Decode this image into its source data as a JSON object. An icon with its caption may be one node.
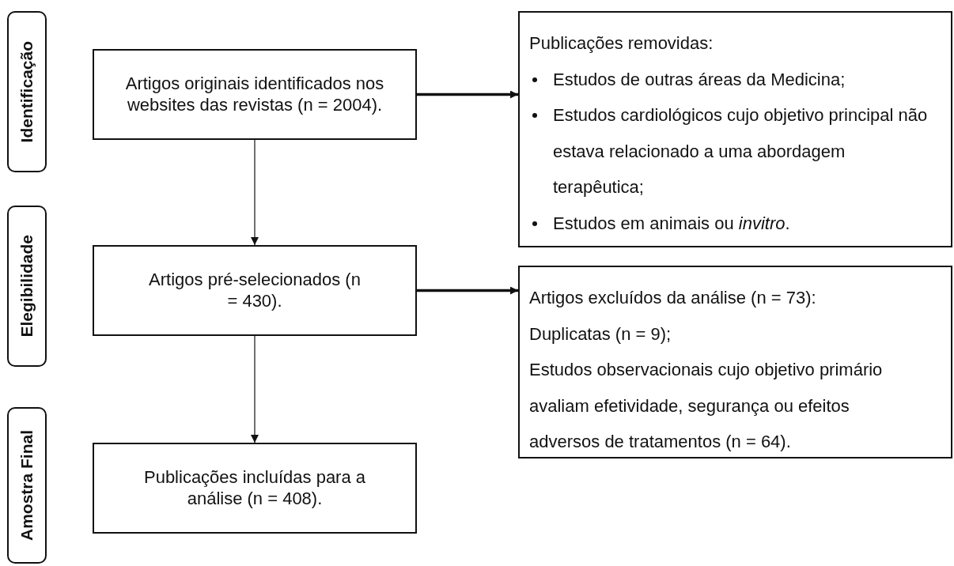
{
  "diagram": {
    "nodes": [
      {
        "text": [
          "Identificação"
        ]
      },
      {
        "text": [
          "Elegibilidade"
        ]
      },
      {
        "text": [
          "Amostra Final"
        ]
      },
      {
        "text": [
          "Artigos originais identificados nos websites das revistas (n = 2004)."
        ]
      },
      {
        "text": [
          "Publicações removidas:",
          "Estudos de outras áreas da Medicina;",
          "Estudos cardiológicos cujo objetivo principal não estava relacionado a uma abordagem terapêutica;",
          "Estudos em animais ou *invitro*."
        ]
      },
      {
        "text": [
          "Artigos pré-selecionados (n = 430)."
        ]
      },
      {
        "text": [
          "Artigos excluídos da análise (n = 73):",
          "Duplicatas (n = 9);",
          "Estudos observacionais cujo objetivo primário avaliam efetividade, segurança ou efeitos adversos de tratamentos (n = 64)."
        ]
      },
      {
        "text": [
          "Publicações incluídas para a análise (n = 408)."
        ]
      }
    ],
    "edges": [
      {
        "from": 3,
        "to": 4,
        "arrow": "to",
        "style": "thick"
      },
      {
        "from": 3,
        "to": 5,
        "arrow": "to"
      },
      {
        "from": 5,
        "to": 6,
        "arrow": "to",
        "style": "thick"
      },
      {
        "from": 5,
        "to": 7,
        "arrow": "to"
      }
    ]
  }
}
